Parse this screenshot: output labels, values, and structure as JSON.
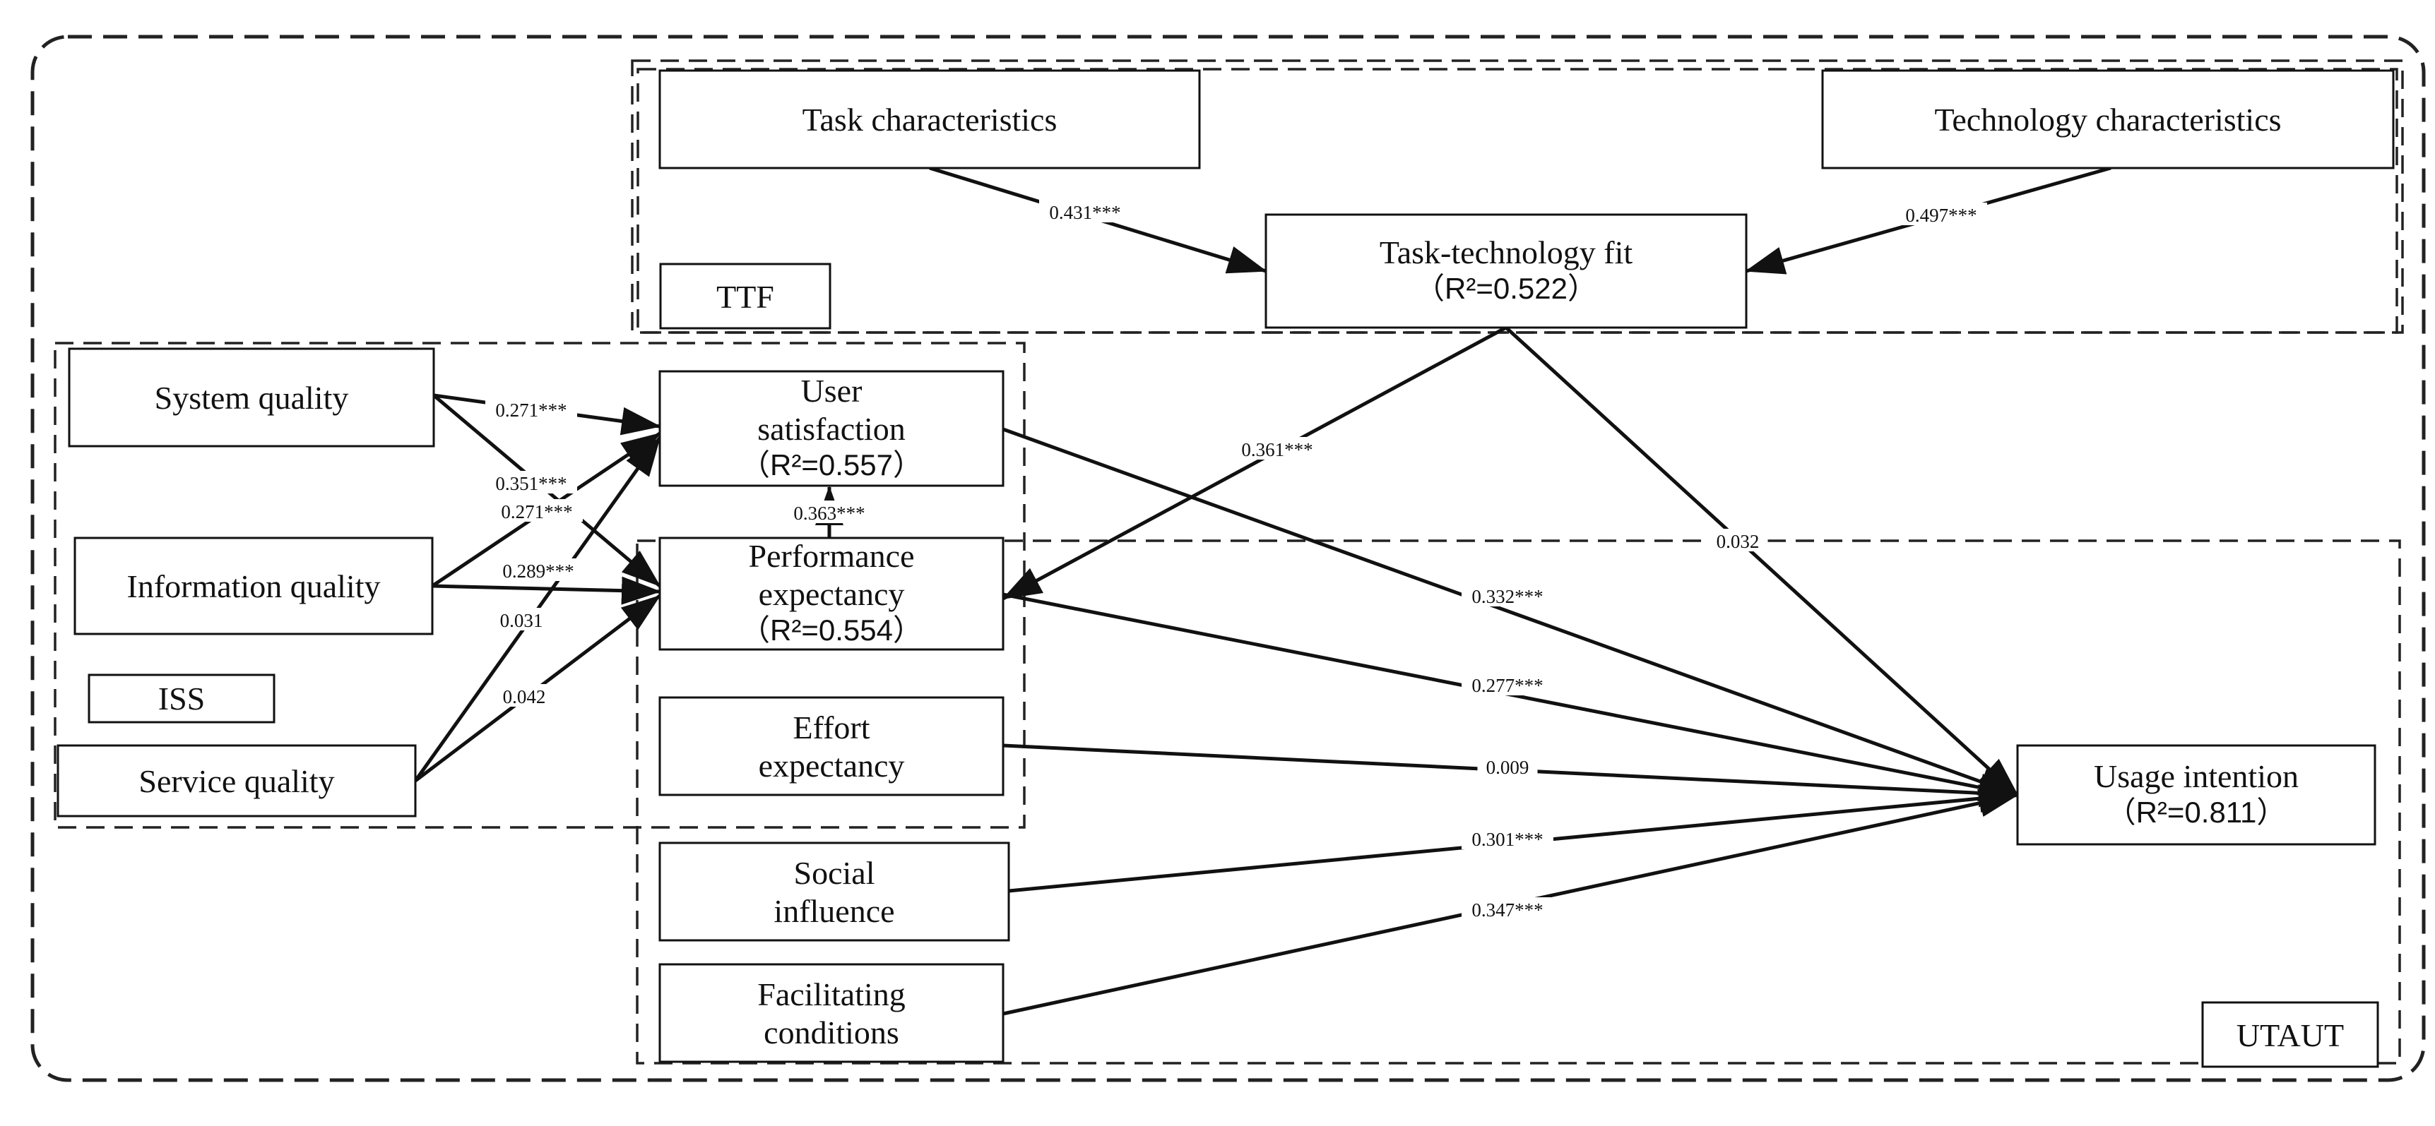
{
  "groups": {
    "ttf": "TTF",
    "iss": "ISS",
    "utaut": "UTAUT"
  },
  "nodes": {
    "task_char": {
      "lines": [
        "Task characteristics"
      ]
    },
    "tech_char": {
      "lines": [
        "Technology characteristics"
      ]
    },
    "ttf_fit": {
      "lines": [
        "Task-technology fit"
      ],
      "r2": "（R²=0.522）"
    },
    "system_q": {
      "lines": [
        "System quality"
      ]
    },
    "info_q": {
      "lines": [
        "Information quality"
      ]
    },
    "service_q": {
      "lines": [
        "Service quality"
      ]
    },
    "user_sat": {
      "lines": [
        "User",
        "satisfaction"
      ],
      "r2": "（R²=0.557）"
    },
    "perf_exp": {
      "lines": [
        "Performance",
        "expectancy"
      ],
      "r2": "（R²=0.554）"
    },
    "effort_exp": {
      "lines": [
        "Effort",
        "expectancy"
      ]
    },
    "social_inf": {
      "lines": [
        "Social",
        "influence"
      ]
    },
    "facil_cond": {
      "lines": [
        "Facilitating",
        "conditions"
      ]
    },
    "usage_int": {
      "lines": [
        "Usage intention"
      ],
      "r2": "（R²=0.811）"
    }
  },
  "paths": [
    {
      "from": "task_char",
      "to": "ttf_fit",
      "coef": "0.431***"
    },
    {
      "from": "tech_char",
      "to": "ttf_fit",
      "coef": "0.497***"
    },
    {
      "from": "system_q",
      "to": "user_sat",
      "coef": "0.271***"
    },
    {
      "from": "system_q",
      "to": "perf_exp",
      "coef": "0.351***"
    },
    {
      "from": "info_q",
      "to": "user_sat",
      "coef": "0.271***"
    },
    {
      "from": "info_q",
      "to": "perf_exp",
      "coef": "0.289***"
    },
    {
      "from": "service_q",
      "to": "user_sat",
      "coef": "0.031"
    },
    {
      "from": "service_q",
      "to": "perf_exp",
      "coef": "0.042"
    },
    {
      "from": "perf_exp",
      "to": "user_sat",
      "coef": "0.363***"
    },
    {
      "from": "ttf_fit",
      "to": "perf_exp",
      "coef": "0.361***"
    },
    {
      "from": "ttf_fit",
      "to": "usage_int",
      "coef": "0.032"
    },
    {
      "from": "user_sat",
      "to": "usage_int",
      "coef": "0.332***"
    },
    {
      "from": "perf_exp",
      "to": "usage_int",
      "coef": "0.277***"
    },
    {
      "from": "effort_exp",
      "to": "usage_int",
      "coef": "0.009"
    },
    {
      "from": "social_inf",
      "to": "usage_int",
      "coef": "0.301***"
    },
    {
      "from": "facil_cond",
      "to": "usage_int",
      "coef": "0.347***"
    }
  ]
}
